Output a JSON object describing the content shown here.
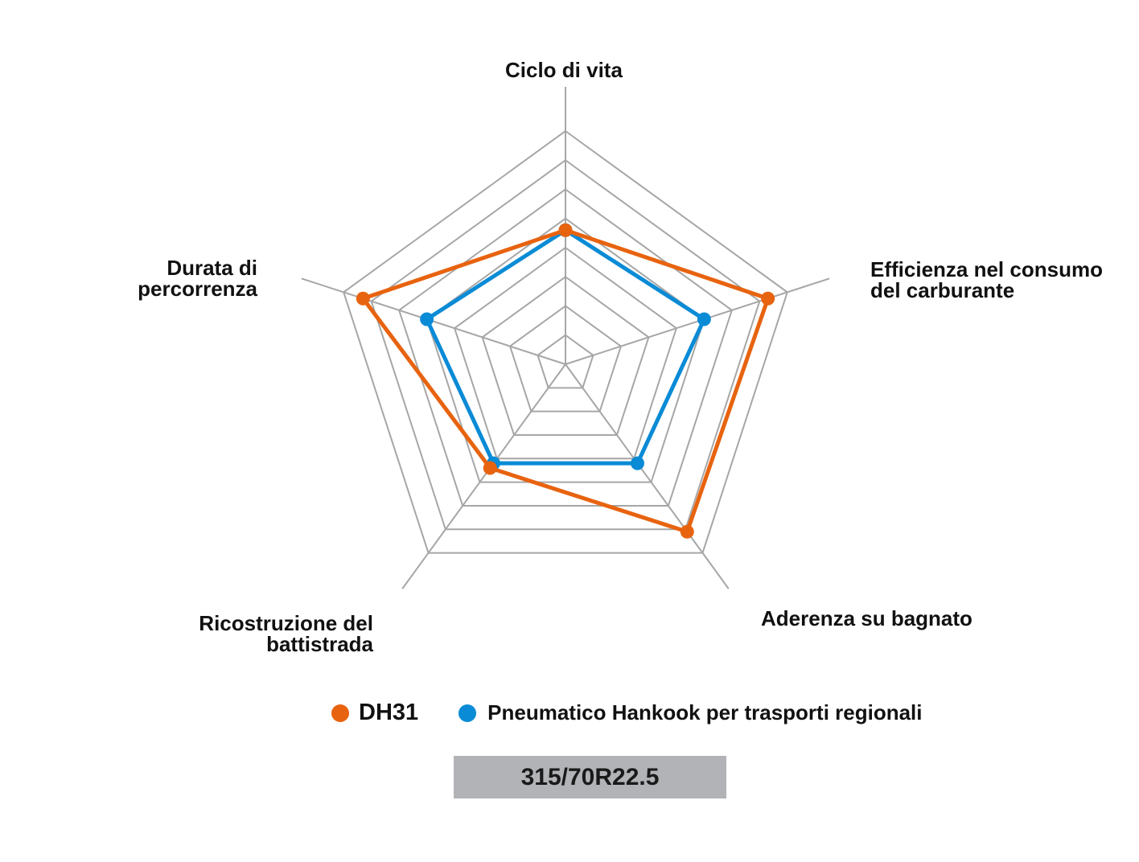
{
  "chart_data": {
    "type": "radar",
    "axes": [
      "Ciclo di vita",
      "Efficienza nel consumo del carburante",
      "Aderenza su bagnato",
      "Ricostruzione del battistrada",
      "Durata di percorrenza"
    ],
    "axis_label_lines": [
      [
        "Ciclo di vita"
      ],
      [
        "Efficienza nel consumo",
        "del carburante"
      ],
      [
        "Aderenza su bagnato"
      ],
      [
        "Ricostruzione del",
        "battistrada"
      ],
      [
        "Durata di",
        "percorrenza"
      ]
    ],
    "levels": 8,
    "range": [
      0,
      8
    ],
    "grid": true,
    "legend_position": "bottom",
    "series": [
      {
        "name": "DH31",
        "color": "#e8630f",
        "values": [
          4.6,
          7.3,
          7.1,
          4.4,
          7.3
        ]
      },
      {
        "name": "Pneumatico Hankook per trasporti regionali",
        "color": "#0a8bd6",
        "values": [
          4.6,
          5.0,
          4.2,
          4.2,
          5.0
        ]
      }
    ]
  },
  "legend": [
    {
      "label": "DH31",
      "color": "#e8630f"
    },
    {
      "label": "Pneumatico Hankook per trasporti regionali",
      "color": "#0a8bd6"
    }
  ],
  "size_label": "315/70R22.5",
  "colors": {
    "grid": "#a6a6a6",
    "text": "#111111",
    "size_box": "#b1b3b6"
  }
}
